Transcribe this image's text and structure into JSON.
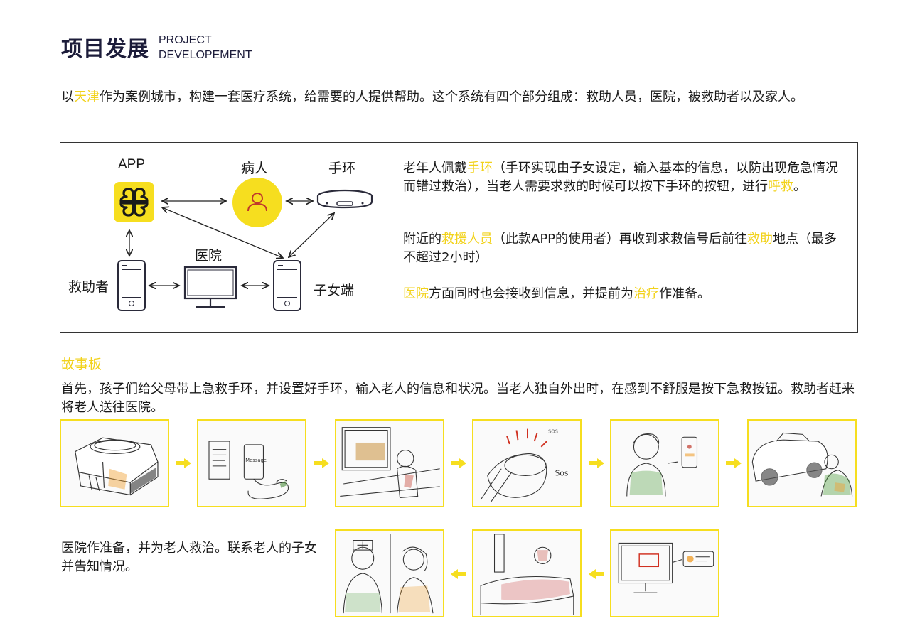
{
  "header": {
    "title_cn": "项目发展",
    "title_en_line1": "PROJECT",
    "title_en_line2": "DEVELOPEMENT"
  },
  "intro": {
    "before": "以",
    "highlight": "天津",
    "after": "作为案例城市，构建一套医疗系统，给需要的人提供帮助。这个系统有四个部分组成：救助人员，医院，被救助者以及家人。"
  },
  "diagram": {
    "app_label": "APP",
    "patient_label": "病人",
    "bracelet_label": "手环",
    "hospital_label": "医院",
    "rescuer_label": "救助者",
    "children_label": "子女端"
  },
  "description": {
    "p1_a": "老年人佩戴",
    "p1_hl1": "手环",
    "p1_b": "（手环实现由子女设定，输入基本的信息，以防出现危急情况而错过救治），当老人需要求救的时候可以按下手环的按钮，进行",
    "p1_hl2": "呼救",
    "p1_c": "。",
    "p2_a": "附近的",
    "p2_hl1": "救援人员",
    "p2_b": "（此款APP的使用者）再收到求救信号后前往",
    "p2_hl2": "救助",
    "p2_c": "地点（最多不超过2小时）",
    "p3_hl1": "医院",
    "p3_a": "方面同时也会接收到信息，并提前为",
    "p3_hl2": "治疗",
    "p3_b": "作准备。"
  },
  "storyboard": {
    "title": "故事板",
    "text1": "首先，孩子们给父母带上急救手环，并设置好手环，输入老人的信息和状况。当老人独自外出时，在感到不舒服是按下急救按钮。救助者赶来将老人送往医院。",
    "text2": "医院作准备，并为老人救治。联系老人的子女并告知情况。"
  },
  "sketch_text": {
    "sos_small": "SOS",
    "sos_large": "Sos",
    "message": "Message"
  },
  "colors": {
    "accent": "#f6de1f",
    "highlight_text": "#f2d21a",
    "icon_dark": "#2a2a3a",
    "patient_icon": "#c0392b"
  }
}
